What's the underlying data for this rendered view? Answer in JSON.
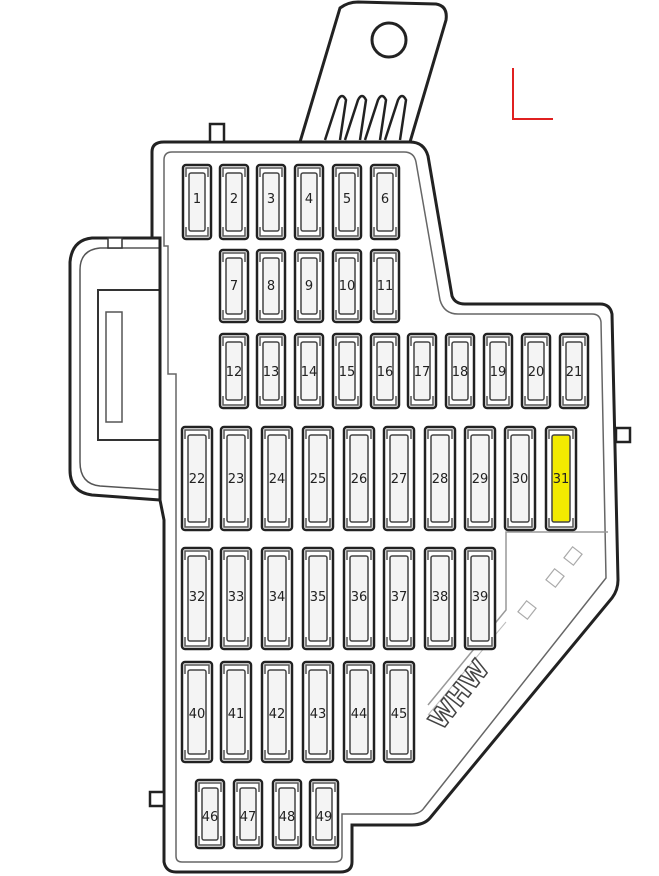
{
  "diagram": {
    "highlight_color": "#f2ea00",
    "marker_color": "#e02020",
    "relief_text": "WHW",
    "highlighted_fuse": "31"
  },
  "fuses": {
    "row1": [
      "1",
      "2",
      "3",
      "4",
      "5",
      "6"
    ],
    "row2": [
      "7",
      "8",
      "9",
      "10",
      "11"
    ],
    "row3": [
      "12",
      "13",
      "14",
      "15",
      "16",
      "17",
      "18",
      "19",
      "20",
      "21"
    ],
    "row4": [
      "22",
      "23",
      "24",
      "25",
      "26",
      "27",
      "28",
      "29",
      "30",
      "31"
    ],
    "row5": [
      "32",
      "33",
      "34",
      "35",
      "36",
      "37",
      "38",
      "39"
    ],
    "row6": [
      "40",
      "41",
      "42",
      "43",
      "44",
      "45"
    ],
    "row7": [
      "46",
      "47",
      "48",
      "49"
    ]
  }
}
